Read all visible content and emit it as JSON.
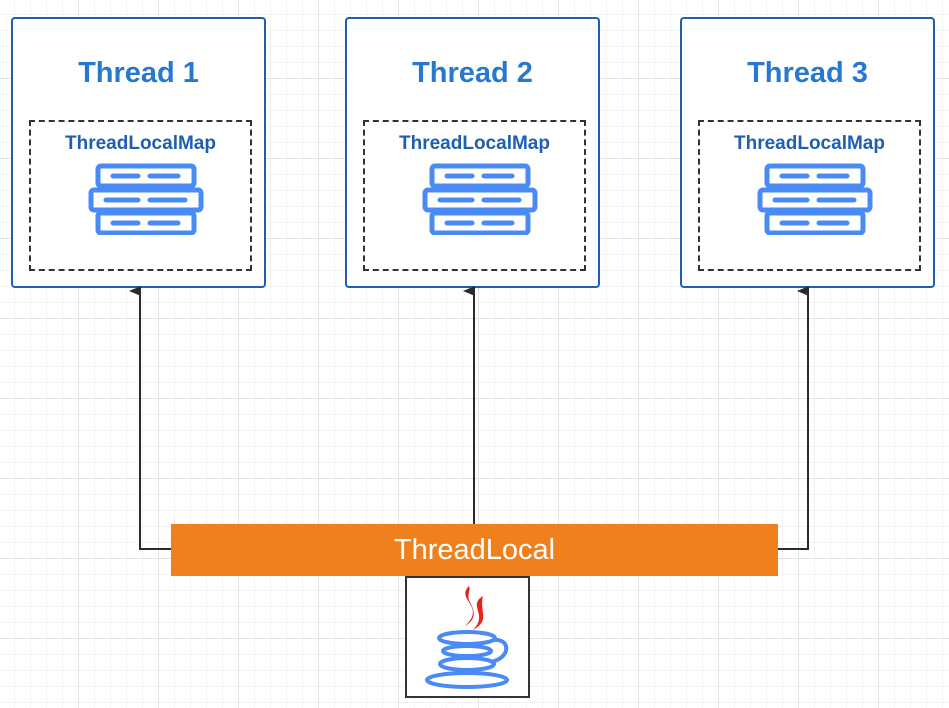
{
  "threads": [
    {
      "title": "Thread 1",
      "map_label": "ThreadLocalMap"
    },
    {
      "title": "Thread 2",
      "map_label": "ThreadLocalMap"
    },
    {
      "title": "Thread 3",
      "map_label": "ThreadLocalMap"
    }
  ],
  "threadlocal": {
    "label": "ThreadLocal"
  },
  "icons": {
    "map": "database-table-icon",
    "logo": "java-coffee-cup-icon"
  },
  "colors": {
    "thread_border": "#1f5fae",
    "thread_title": "#2878d0",
    "map_label": "#1e5fb0",
    "map_icon": "#4a8af4",
    "threadlocal_bar": "#f0801e",
    "java_flame": "#e3261b",
    "java_cup": "#4a8af4"
  }
}
